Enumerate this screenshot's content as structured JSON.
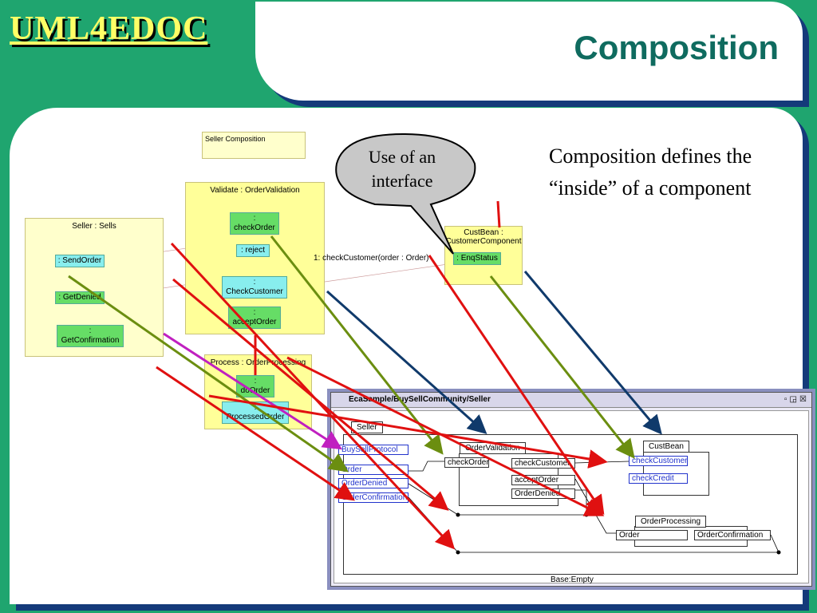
{
  "logo": "UML4EDOC",
  "title": "Composition",
  "note": "Seller Composition",
  "bubble": "Use of an interface",
  "body_text": "Composition defines the “inside” of a component",
  "message": "1: checkCustomer(order : Order)",
  "seller": {
    "title": "Seller : Sells",
    "ports": [
      ": SendOrder",
      ": GetDenied",
      ": GetConfirmation"
    ]
  },
  "validate": {
    "title": "Validate : OrderValidation",
    "ports": [
      ": checkOrder",
      ": reject",
      ": CheckCustomer",
      ": acceptOrder"
    ]
  },
  "process": {
    "title": "Process : OrderProcessing",
    "ports": [
      ": doOrder",
      ": ProcessedOrder"
    ]
  },
  "custbean": {
    "title": "CustBean : CustomerComponent",
    "ports": [
      ": EnqStatus"
    ]
  },
  "window": {
    "title": "EcaSample/BuySellCommunity/Seller",
    "seller_tab": "Seller",
    "left_ports": [
      "BuySellProtocol",
      "Order",
      "OrderDenied",
      "OrderConfirmation"
    ],
    "ov_tab": "OrderValidation",
    "ov_ports": [
      "checkOrder",
      "checkCustomer",
      "acceptOrder",
      "OrderDenied"
    ],
    "cb_tab": "CustBean",
    "cb_ports": [
      "checkCustomer",
      "checkCredit"
    ],
    "op_tab": "OrderProcessing",
    "op_ports": [
      "Order",
      "OrderConfirmation"
    ],
    "base": "Base:Empty"
  },
  "colors": {
    "bg": "#1fa56f",
    "accent_red": "#e01010",
    "accent_olive": "#6b8e10",
    "accent_navy": "#103a6b",
    "accent_magenta": "#c020c0"
  }
}
